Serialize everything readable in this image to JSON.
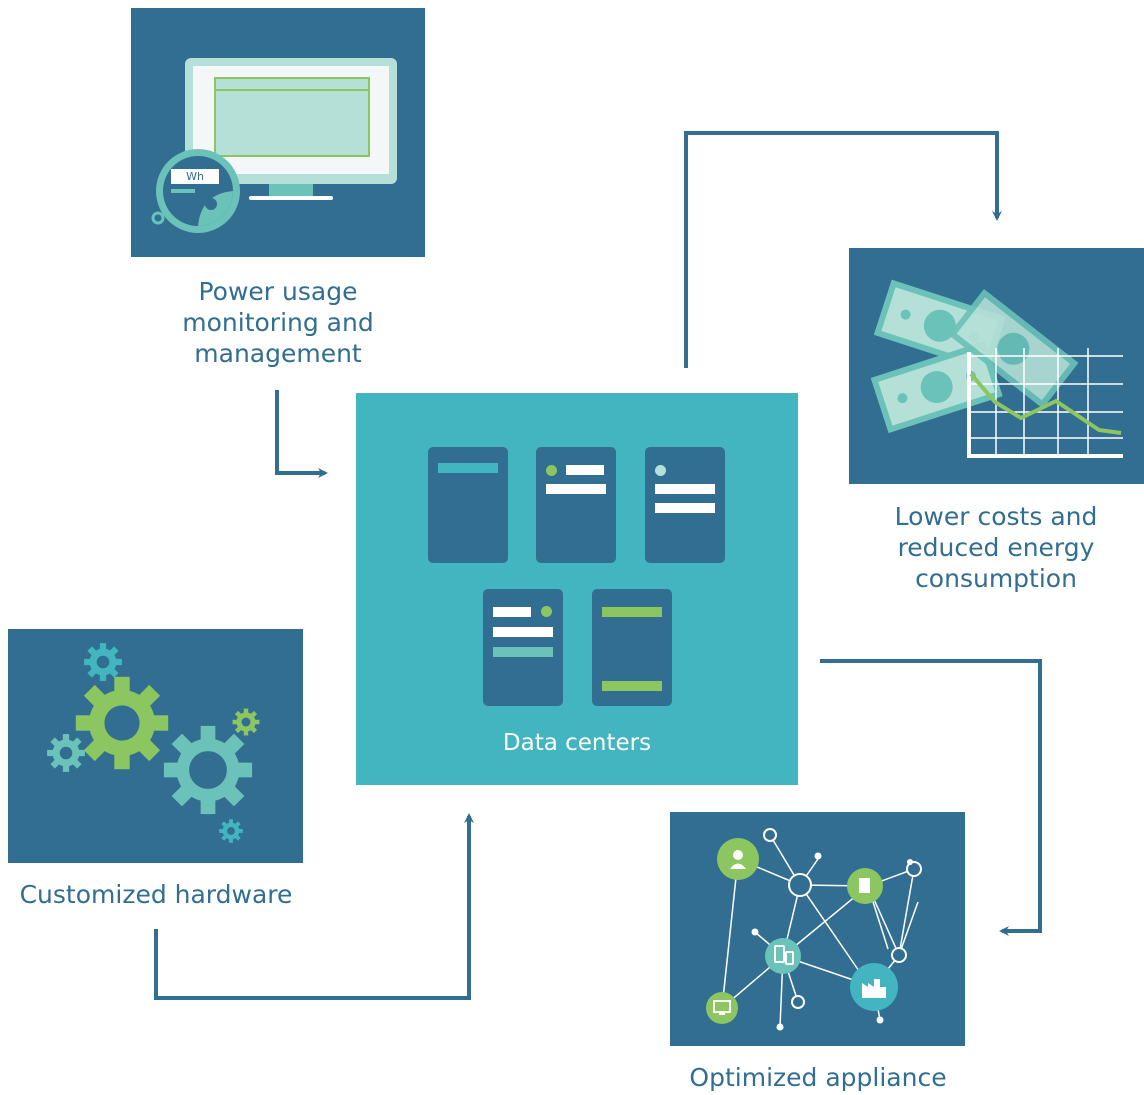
{
  "nodes": {
    "power": {
      "label": "Power usage\nmonitoring and\nmanagement",
      "meter_unit": "Wh"
    },
    "costs": {
      "label": "Lower costs and\nreduced energy\nconsumption"
    },
    "hardware": {
      "label": "Customized hardware"
    },
    "appliance": {
      "label": "Optimized appliance"
    },
    "datacenter": {
      "label": "Data centers"
    }
  },
  "colors": {
    "panel": "#316e91",
    "datacenter": "#43b5c0",
    "green": "#8cc660",
    "teal": "#6bc2b8",
    "mint": "#b5e0d7",
    "arrow": "#316e91"
  }
}
